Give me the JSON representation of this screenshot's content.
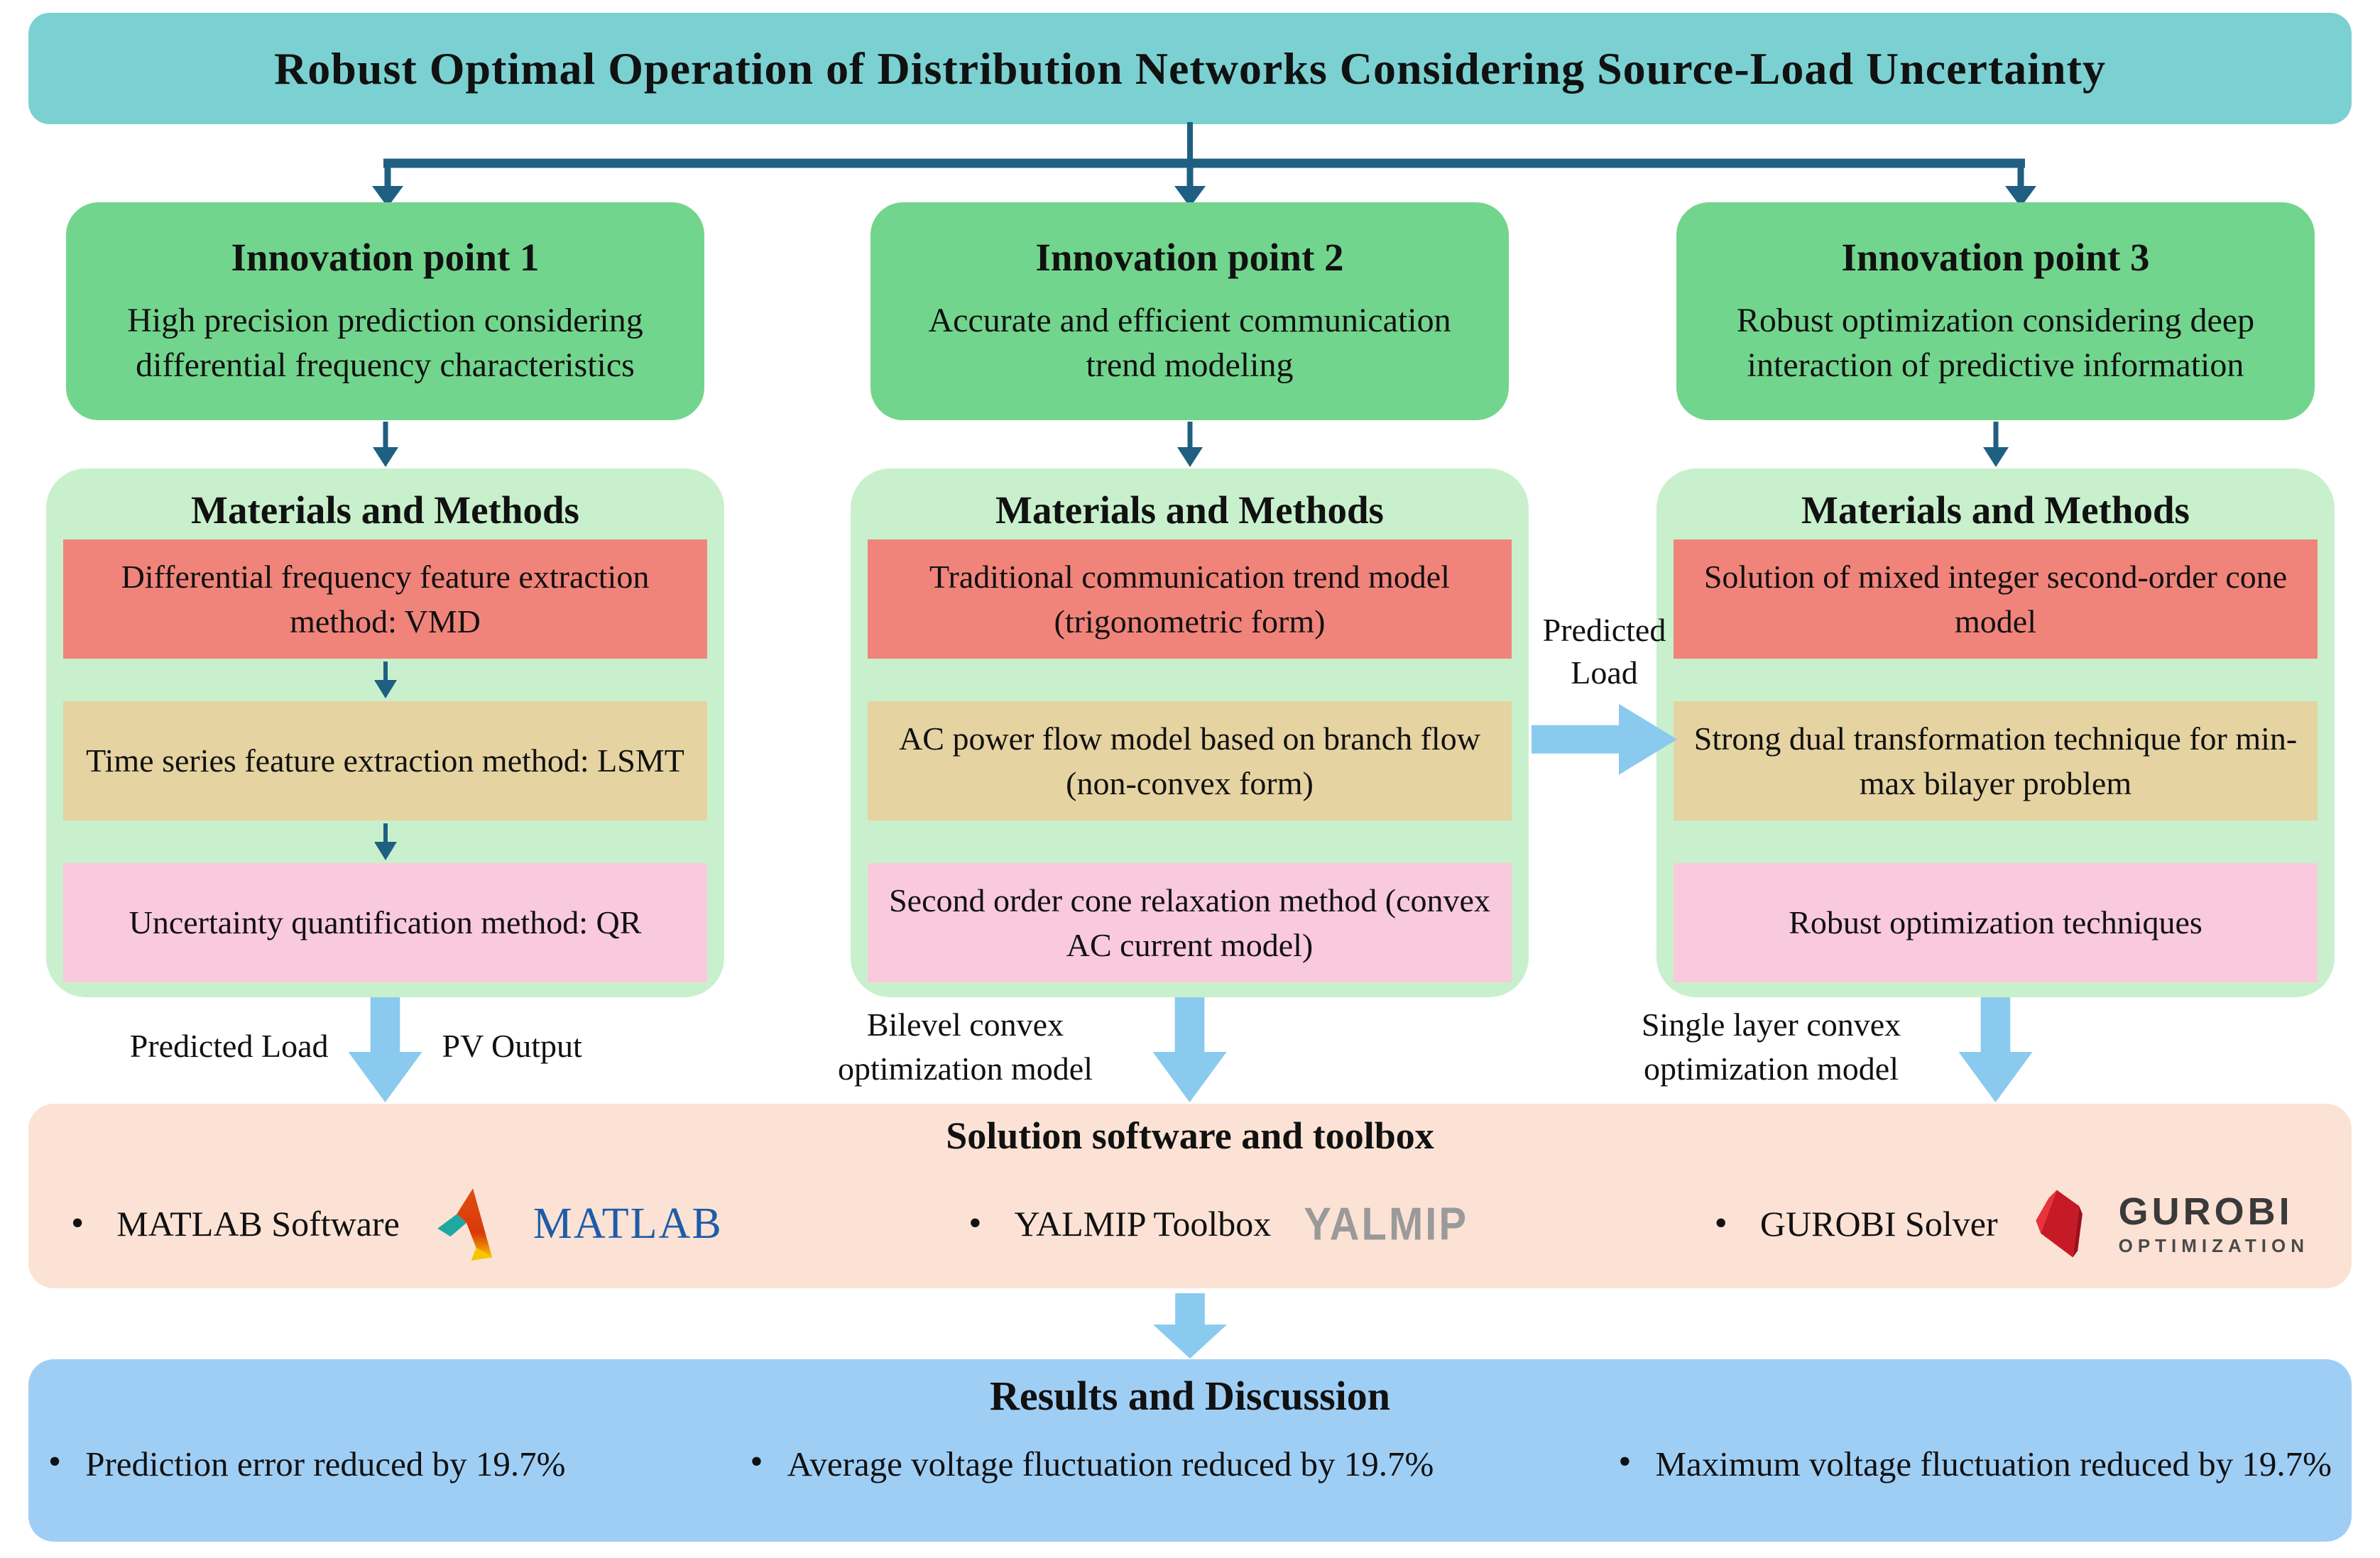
{
  "title": "Robust Optimal Operation of Distribution Networks Considering Source-Load Uncertainty",
  "bullet_char": "•",
  "columns": [
    {
      "innovation": {
        "heading": "Innovation point 1",
        "text": "High precision prediction considering differential frequency characteristics"
      },
      "materials": {
        "heading": "Materials and Methods",
        "items": [
          "Differential frequency feature extraction method: VMD",
          "Time series feature extraction method: LSMT",
          "Uncertainty quantification method: QR"
        ]
      },
      "flow_left_label": "Predicted Load",
      "flow_right_label": "PV Output"
    },
    {
      "innovation": {
        "heading": "Innovation point 2",
        "text": "Accurate and efficient communication trend modeling"
      },
      "materials": {
        "heading": "Materials and Methods",
        "items": [
          "Traditional communication trend model (trigonometric form)",
          "AC power flow model based on branch flow (non-convex form)",
          "Second order cone relaxation method (convex AC current model)"
        ]
      },
      "flow_label": "Bilevel convex optimization model"
    },
    {
      "innovation": {
        "heading": "Innovation point 3",
        "text": "Robust optimization considering deep interaction of predictive information"
      },
      "materials": {
        "heading": "Materials and Methods",
        "items": [
          "Solution of mixed integer second-order cone model",
          "Strong dual transformation technique for min-max bilayer problem",
          "Robust optimization techniques"
        ]
      },
      "flow_label": "Single layer convex optimization model"
    }
  ],
  "inter_arrow": {
    "label": "Predicted Load"
  },
  "software": {
    "heading": "Solution software and toolbox",
    "items": [
      {
        "label": "MATLAB Software",
        "wordmark": "MATLAB"
      },
      {
        "label": "YALMIP Toolbox",
        "wordmark": "YALMIP"
      },
      {
        "label": "GUROBI Solver",
        "wordmark": "GUROBI",
        "wordmark_sub": "OPTIMIZATION"
      }
    ]
  },
  "results": {
    "heading": "Results and Discussion",
    "items": [
      "Prediction error reduced by 19.7%",
      "Average voltage fluctuation reduced by 19.7%",
      "Maximum voltage fluctuation reduced by 19.7%"
    ]
  },
  "colors": {
    "header_bg": "#7BD1D1",
    "innovation_bg": "#72D58D",
    "materials_bg": "#C9F0CC",
    "step_salmon": "#F0847B",
    "step_tan": "#E5D3A1",
    "step_pink": "#F9C9DE",
    "software_bg": "#FBE2D5",
    "results_bg": "#9FCEF5",
    "connector_dark": "#1F5F82",
    "flow_arrow_blue": "#8ACAEE",
    "matlab_blue": "#1E5CA8",
    "yalmip_gray": "#9A9A9A",
    "gurobi_red": "#C61A27",
    "gurobi_text": "#3A3A3A"
  }
}
